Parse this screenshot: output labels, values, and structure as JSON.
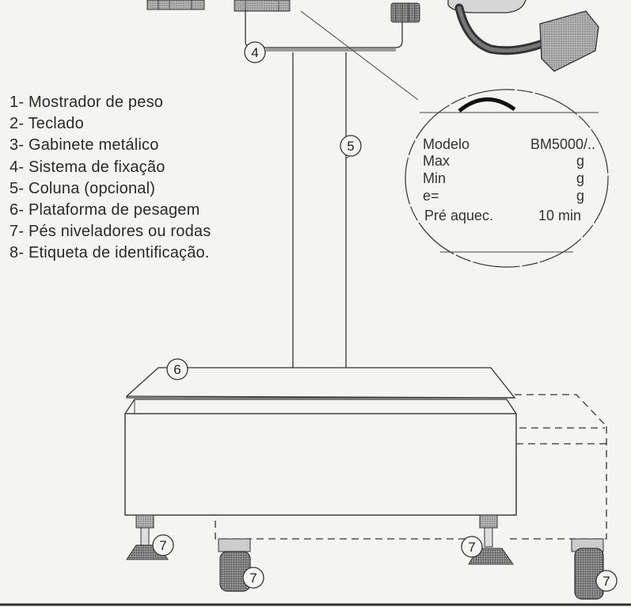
{
  "legend": {
    "items": [
      {
        "num": "1",
        "label": "1- Mostrador de peso"
      },
      {
        "num": "2",
        "label": "2- Teclado"
      },
      {
        "num": "3",
        "label": "3- Gabinete metálico"
      },
      {
        "num": "4",
        "label": "4- Sistema de fixação"
      },
      {
        "num": "5",
        "label": "5- Coluna (opcional)"
      },
      {
        "num": "6",
        "label": "6- Plataforma de pesagem"
      },
      {
        "num": "7",
        "label": "7- Pés niveladores ou rodas"
      },
      {
        "num": "8",
        "label": "8- Etiqueta de identificação."
      }
    ]
  },
  "callouts": {
    "c4": "4",
    "c5": "5",
    "c6": "6",
    "c7": "7"
  },
  "label_plate": {
    "modelo_label": "Modelo",
    "modelo_value": "BM5000/..",
    "max_label": "Max",
    "max_unit": "g",
    "min_label": "Min",
    "min_unit": "g",
    "e_label": "e=",
    "e_unit": "g",
    "warmup_label": "Pré aquec.",
    "warmup_value": "10 min"
  },
  "colors": {
    "line": "#333333",
    "background": "#f4f4f2",
    "hatch": "#8a8a8a"
  }
}
